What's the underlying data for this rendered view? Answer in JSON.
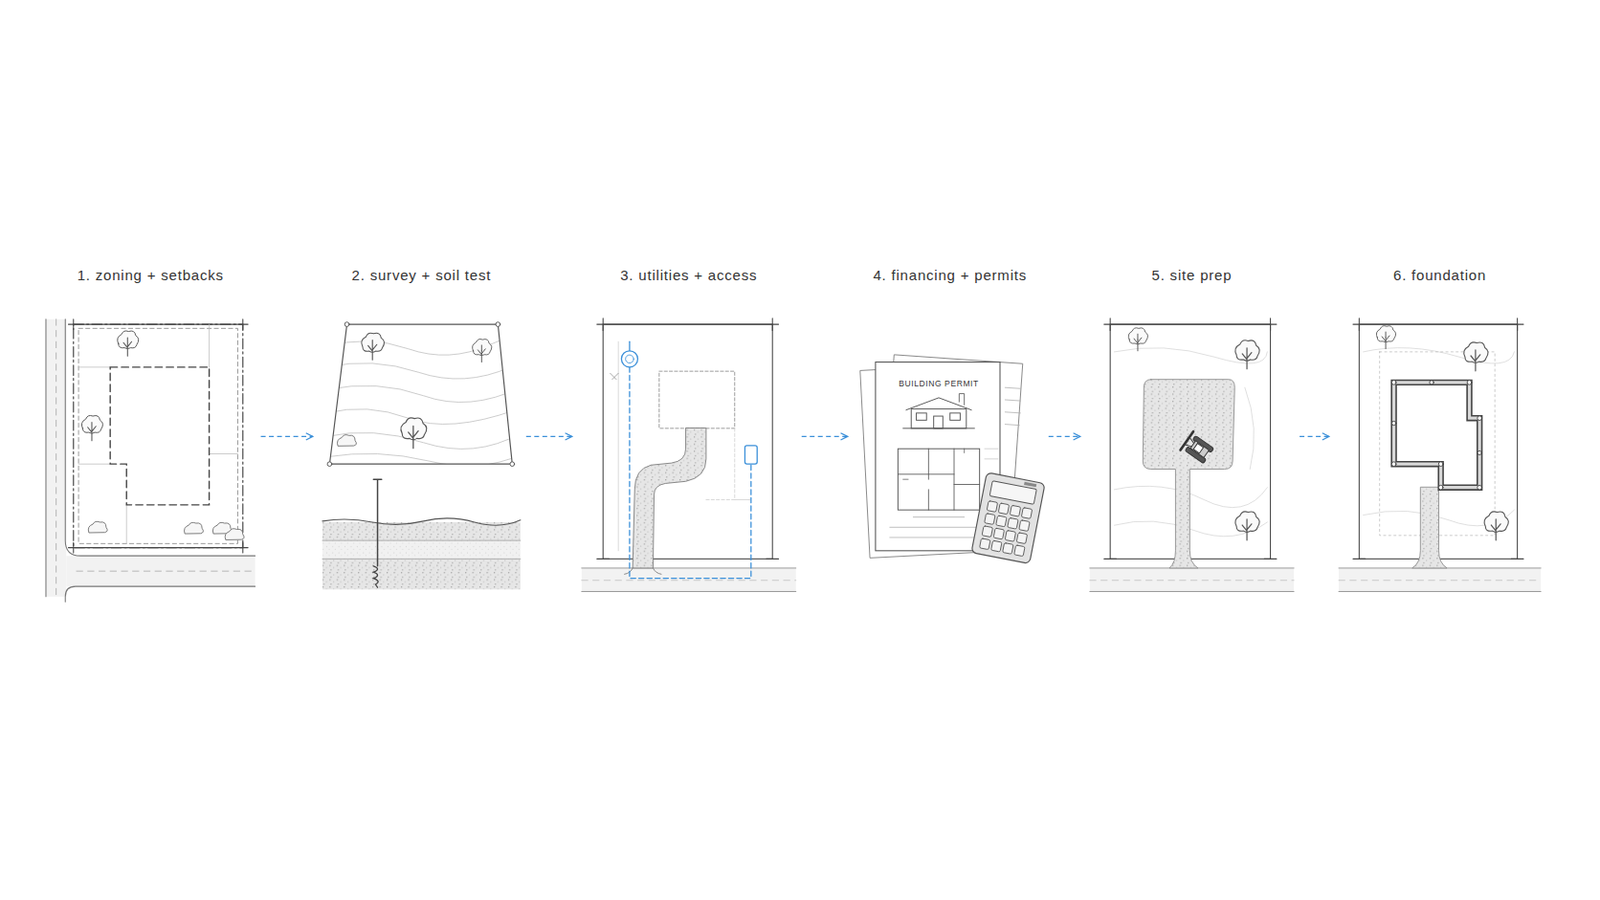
{
  "diagram": {
    "nodes": [
      {
        "text": [
          "1. zoning + setbacks"
        ]
      },
      {
        "text": [
          "2. survey + soil test"
        ]
      },
      {
        "text": [
          "3. utilities + access"
        ]
      },
      {
        "text": [
          "4. financing + permits"
        ]
      },
      {
        "text": [
          "5. site prep"
        ]
      },
      {
        "text": [
          "6. foundation"
        ]
      }
    ],
    "edges": [
      {
        "from": 0,
        "to": 1,
        "arrow": "to"
      },
      {
        "from": 1,
        "to": 2,
        "arrow": "to"
      },
      {
        "from": 2,
        "to": 3,
        "arrow": "to"
      },
      {
        "from": 3,
        "to": 4,
        "arrow": "to"
      },
      {
        "from": 4,
        "to": 5,
        "arrow": "to"
      }
    ],
    "labels": [
      "BUILDING PERMIT"
    ]
  }
}
